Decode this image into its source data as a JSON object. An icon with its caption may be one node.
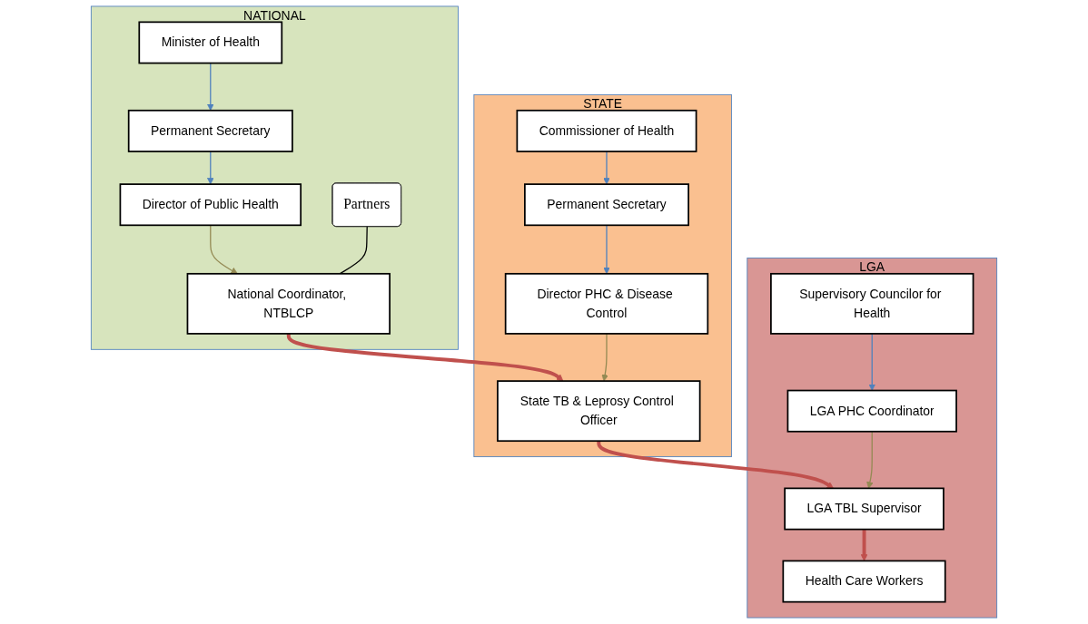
{
  "diagram": {
    "nodes": [
      {
        "text": [
          "NATIONAL"
        ]
      },
      {
        "text": [
          "Minister of Health"
        ],
        "in": 0
      },
      {
        "text": [
          "Permanent Secretary"
        ],
        "in": 0
      },
      {
        "text": [
          "Director of Public Health"
        ],
        "in": 0
      },
      {
        "text": [
          "National Coordinator, NTBLCP"
        ],
        "in": 0
      },
      {
        "text": [
          "Partners"
        ],
        "in": 0
      },
      {
        "text": [
          "STATE"
        ]
      },
      {
        "text": [
          "Commissioner of Health"
        ],
        "in": 6
      },
      {
        "text": [
          "Permanent Secretary"
        ],
        "in": 6
      },
      {
        "text": [
          "Director PHC & Disease Control"
        ],
        "in": 6
      },
      {
        "text": [
          "State TB & Leprosy Control Officer"
        ],
        "in": 6
      },
      {
        "text": [
          "LGA"
        ]
      },
      {
        "text": [
          "Supervisory Councilor for Health"
        ],
        "in": 11
      },
      {
        "text": [
          "LGA PHC Coordinator"
        ],
        "in": 11
      },
      {
        "text": [
          "LGA TBL Supervisor"
        ],
        "in": 11
      },
      {
        "text": [
          "Health Care Workers"
        ],
        "in": 11
      }
    ],
    "edges": [
      {
        "from": 1,
        "to": 2,
        "arrow": "to"
      },
      {
        "from": 2,
        "to": 3,
        "arrow": "to"
      },
      {
        "from": 3,
        "to": 4,
        "arrow": "to",
        "color": "#948a54"
      },
      {
        "from": 5,
        "to": 4,
        "arrow": "none",
        "color": "#000000"
      },
      {
        "from": 4,
        "to": 10,
        "arrow": "to",
        "style": "thick",
        "color": "#c0504d"
      },
      {
        "from": 7,
        "to": 8,
        "arrow": "to"
      },
      {
        "from": 8,
        "to": 9,
        "arrow": "to"
      },
      {
        "from": 9,
        "to": 10,
        "arrow": "to",
        "color": "#948a54"
      },
      {
        "from": 10,
        "to": 14,
        "arrow": "to",
        "style": "thick",
        "color": "#c0504d"
      },
      {
        "from": 12,
        "to": 13,
        "arrow": "to"
      },
      {
        "from": 13,
        "to": 14,
        "arrow": "to",
        "color": "#948a54"
      },
      {
        "from": 14,
        "to": 15,
        "arrow": "to",
        "style": "thick",
        "color": "#c0504d"
      }
    ]
  }
}
